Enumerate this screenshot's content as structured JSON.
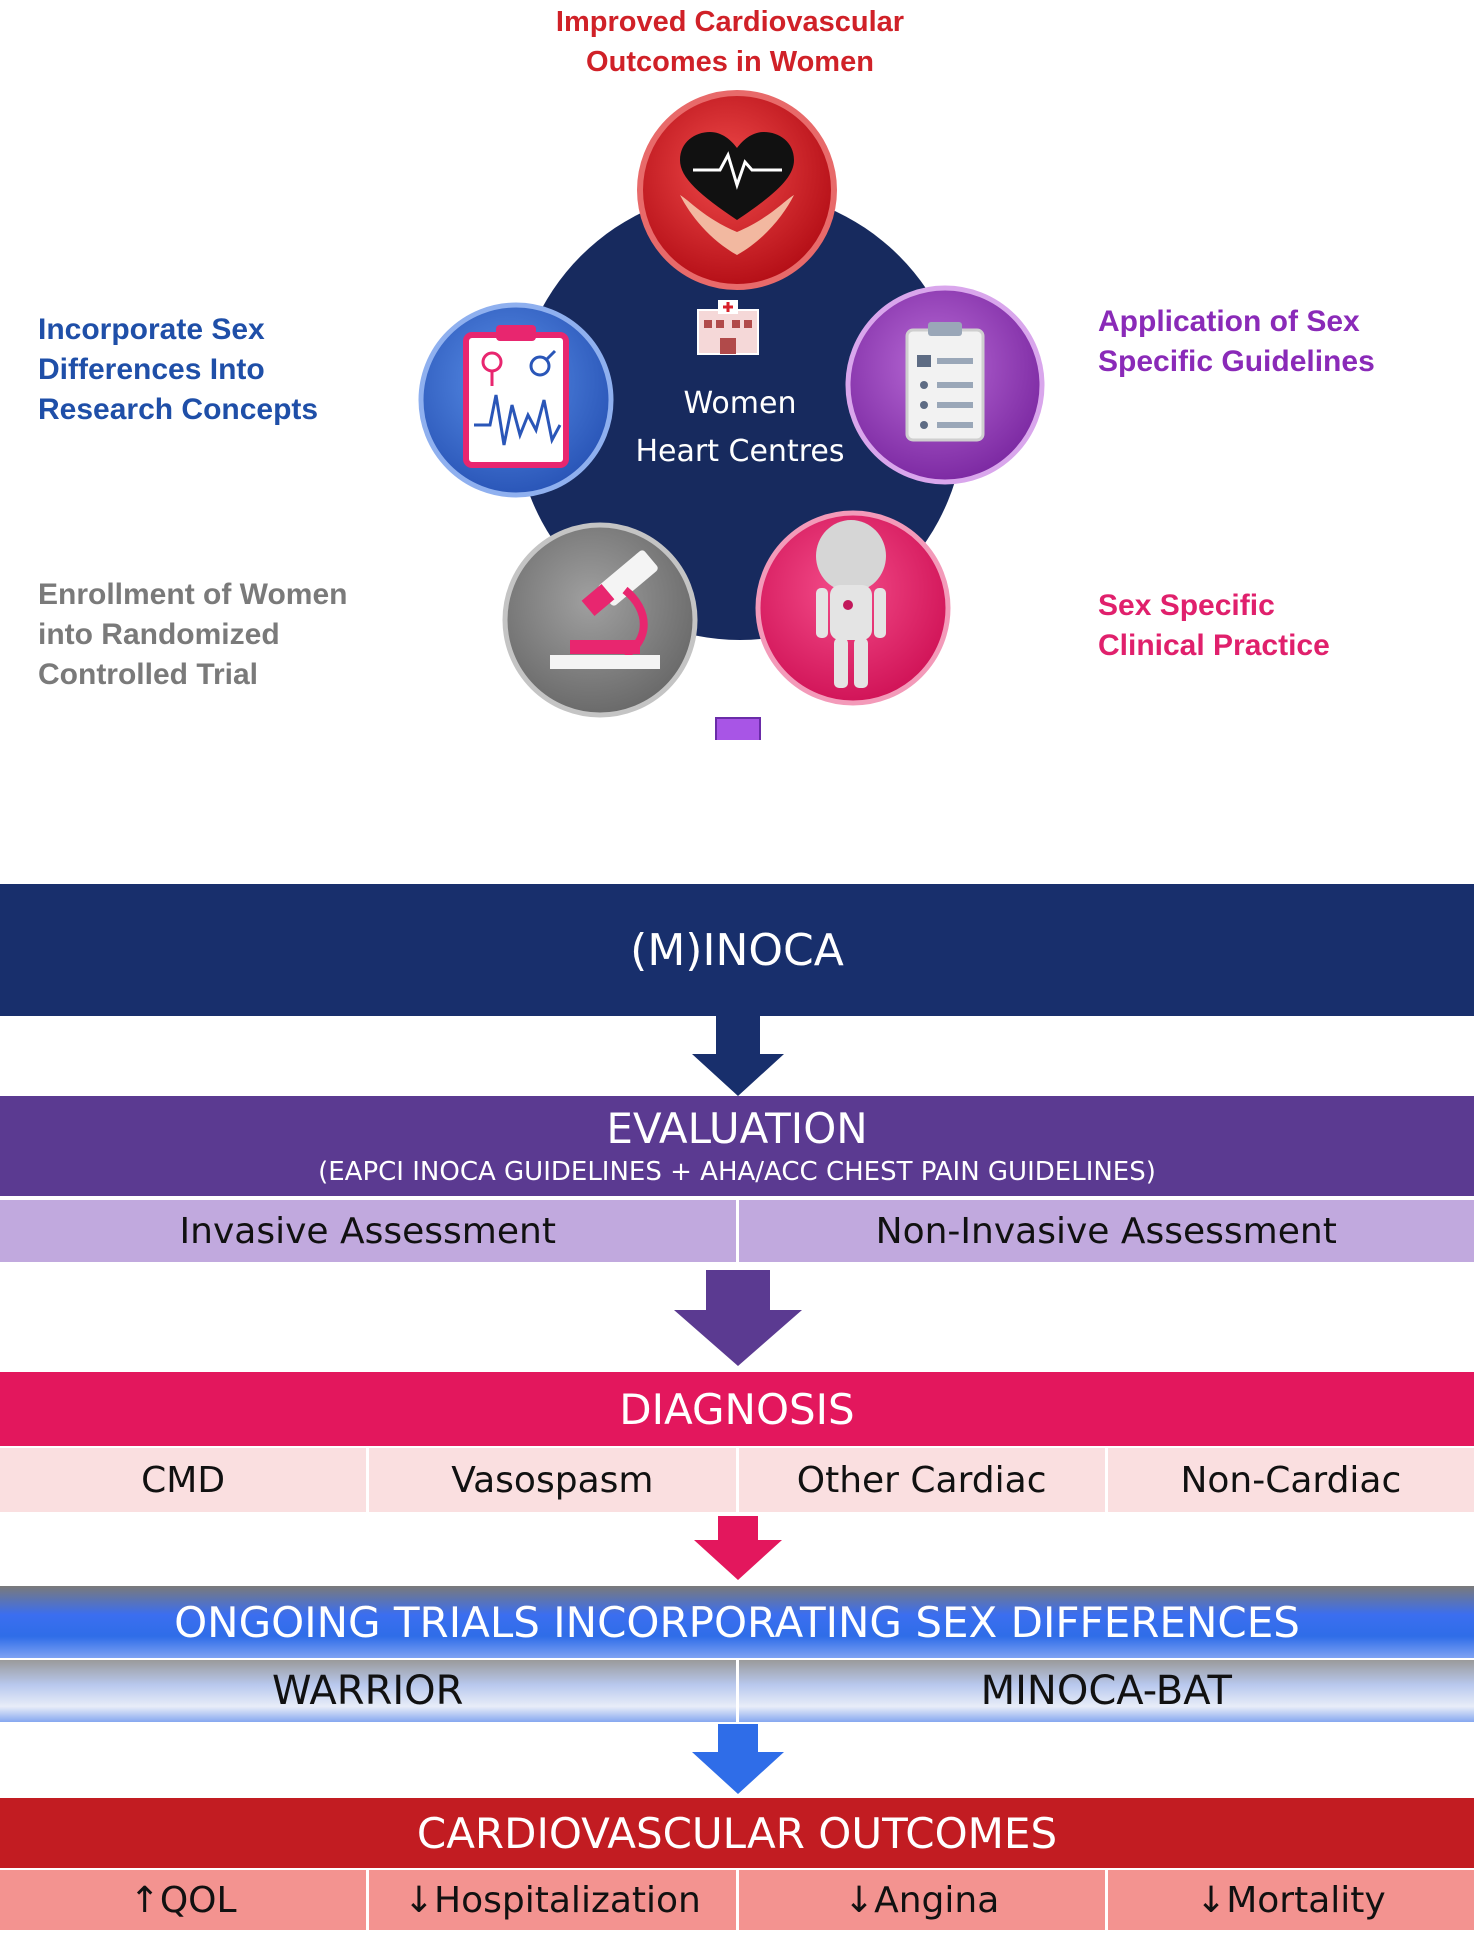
{
  "hub": {
    "top_label": "Improved Cardiovascular\nOutcomes in Women",
    "left_label": "Incorporate Sex\nDifferences Into\nResearch Concepts",
    "right_label": "Application of Sex\nSpecific Guidelines",
    "bottom_left_label": "Enrollment of Women\ninto Randomized\nControlled Trial",
    "bottom_right_label": "Sex Specific\nClinical Practice",
    "center_line1": "Women",
    "center_line2": "Heart Centres",
    "colors": {
      "navy": "#172a5e",
      "red": "#d8202a",
      "blue": "#3a6fd4",
      "purple": "#9c3fbf",
      "gray": "#7c7c7c",
      "pink": "#e8266f"
    }
  },
  "flow": {
    "minoca": {
      "title": "(M)INOCA",
      "color": "#182f6c"
    },
    "evaluation": {
      "title": "EVALUATION",
      "subtitle": "(EAPCI INOCA GUIDELINES + AHA/ACC CHEST PAIN GUIDELINES)",
      "cells": [
        "Invasive Assessment",
        "Non-Invasive Assessment"
      ],
      "color": "#5b3a91",
      "cell_color": "#c1a9de"
    },
    "diagnosis": {
      "title": "DIAGNOSIS",
      "cells": [
        "CMD",
        "Vasospasm",
        "Other Cardiac",
        "Non-Cardiac"
      ],
      "color": "#e3175d",
      "cell_color": "#fadfe0"
    },
    "trials": {
      "title": "ONGOING TRIALS INCORPORATING SEX DIFFERENCES",
      "cells": [
        "WARRIOR",
        "MINOCA-BAT"
      ],
      "color": "#2f6de8"
    },
    "outcomes": {
      "title": "CARDIOVASCULAR OUTCOMES",
      "cells": [
        "↑QOL",
        "↓Hospitalization",
        "↓Angina",
        "↓Mortality"
      ],
      "color": "#c21c22",
      "cell_color": "#f39390"
    }
  }
}
